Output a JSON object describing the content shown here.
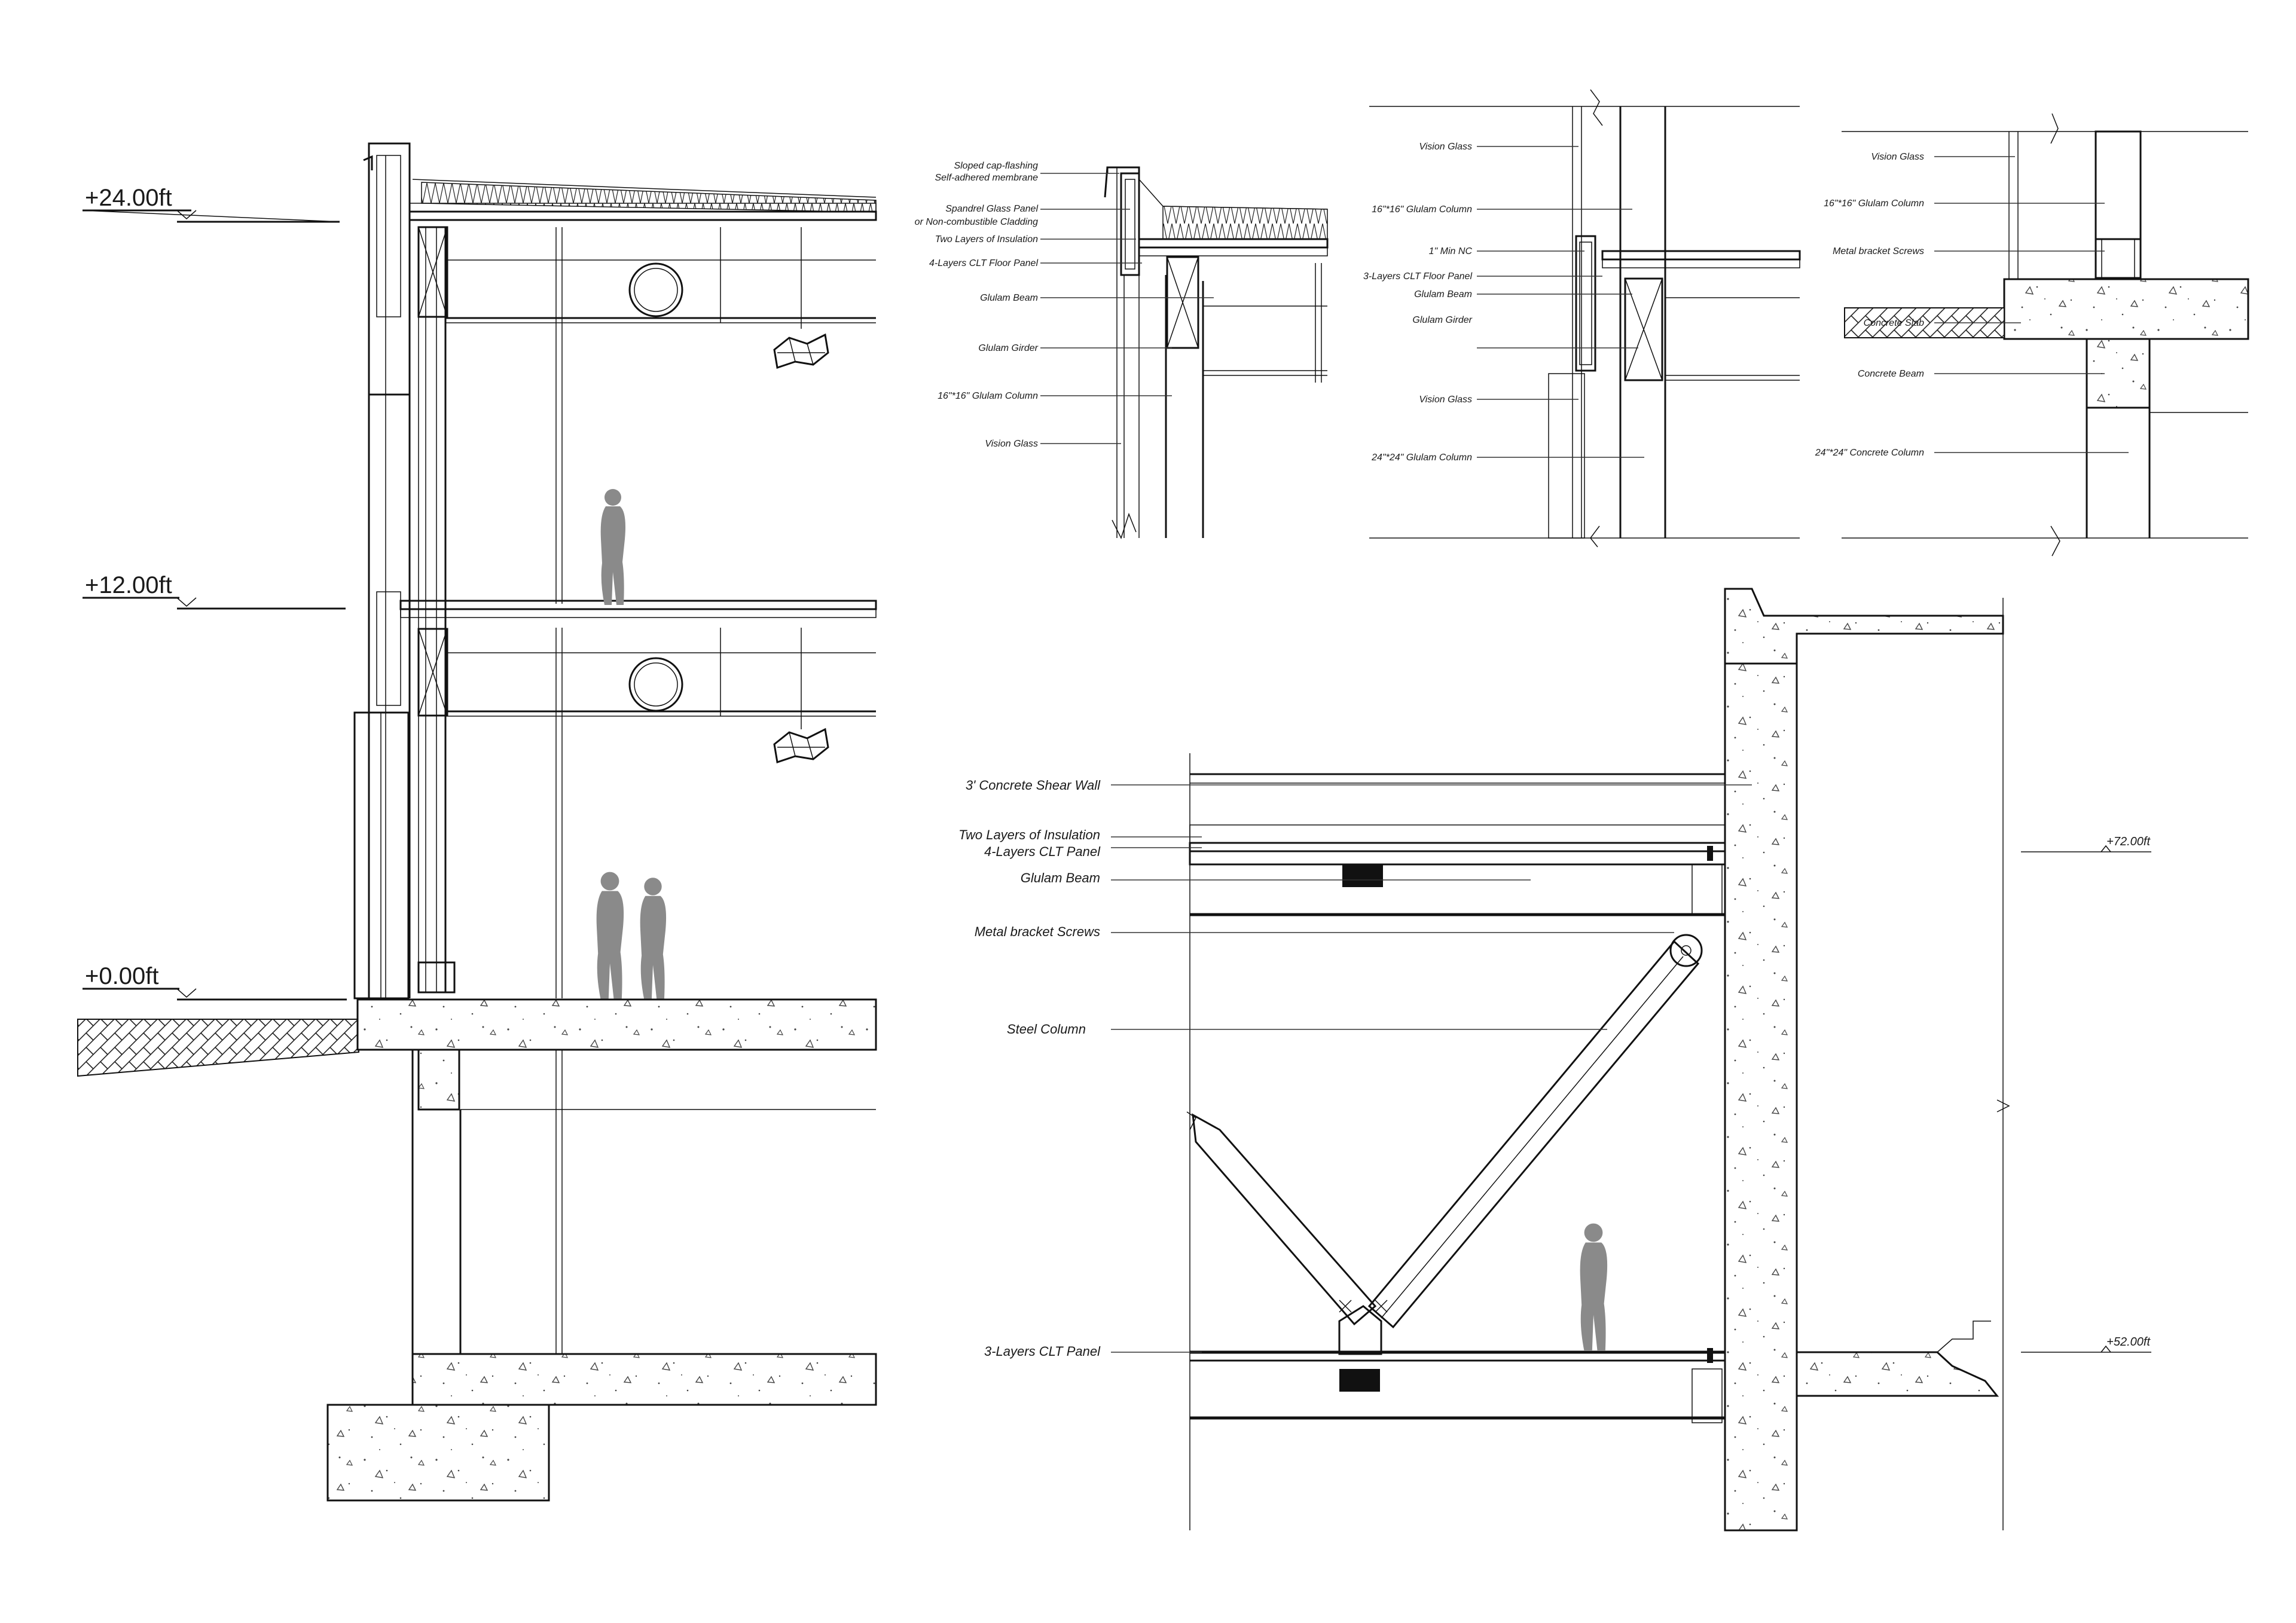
{
  "section_main": {
    "levels": [
      "+24.00ft",
      "+12.00ft",
      "+0.00ft"
    ]
  },
  "detail_roof": {
    "labels": [
      "Sloped cap-flashing",
      "Self-adhered membrane",
      "Spandrel Glass Panel",
      "or Non-combustible Cladding",
      "Two Layers of Insulation",
      "4-Layers CLT Floor Panel",
      "Glulam Beam",
      "Glulam Girder",
      "16\"*16\" Glulam Column",
      "Vision Glass"
    ]
  },
  "detail_floor": {
    "labels": [
      "Vision Glass",
      "16\"*16\" Glulam Column",
      "1\" Min NC",
      "3-Layers CLT Floor Panel",
      "Glulam Beam",
      "Glulam Girder",
      "Vision Glass",
      "24\"*24\" Glulam Column"
    ]
  },
  "detail_base": {
    "labels": [
      "Vision Glass",
      "16\"*16\" Glulam Column",
      "Metal bracket Screws",
      "Concrete Slab",
      "Concrete Beam",
      "24\"*24\" Concrete Column"
    ]
  },
  "detail_shear": {
    "labels": [
      "3' Concrete Shear Wall",
      "Two Layers of Insulation",
      "4-Layers CLT Panel",
      "Glulam Beam",
      "Metal bracket Screws",
      "Steel Column",
      "3-Layers CLT Panel"
    ],
    "levels": [
      "+72.00ft",
      "+52.00ft"
    ]
  }
}
